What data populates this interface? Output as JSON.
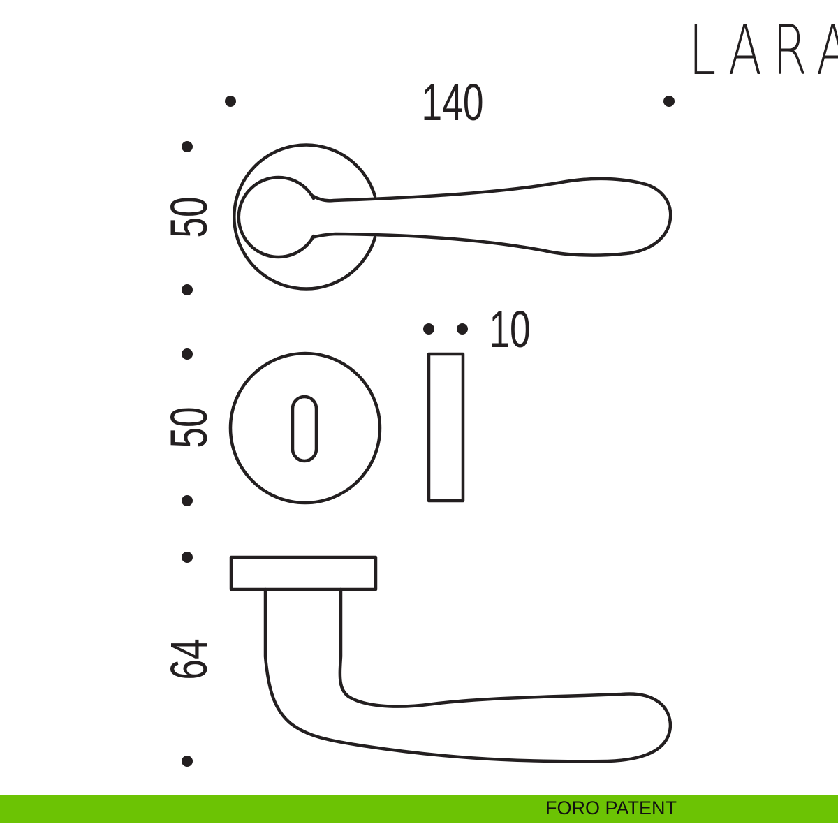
{
  "brand": "LARA",
  "dimensions": {
    "width_total": "140",
    "rose_height": "50",
    "escutcheon_height": "50",
    "projection": "64",
    "thickness": "10"
  },
  "footer": {
    "label": "FORO PATENT",
    "color": "#6cc304"
  }
}
